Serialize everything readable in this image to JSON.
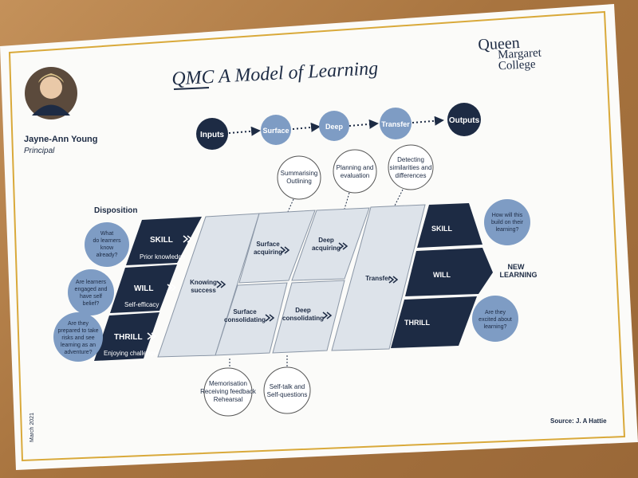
{
  "header": {
    "title": "QMC A Model of Learning",
    "logo_line1": "Queen",
    "logo_line2": "Margaret",
    "logo_line3": "College"
  },
  "person": {
    "name": "Jayne-Ann Young",
    "role": "Principal"
  },
  "flow": [
    "Inputs",
    "Surface",
    "Deep",
    "Transfer",
    "Outputs"
  ],
  "disposition": {
    "title": "Disposition",
    "items": [
      {
        "label": "SKILL",
        "sub": "Prior knowledge"
      },
      {
        "label": "WILL",
        "sub": "Self-efficacy"
      },
      {
        "label": "THRILL",
        "sub": "Enjoying challenge"
      }
    ]
  },
  "questions_left": [
    [
      "What",
      "do learners",
      "know",
      "already?"
    ],
    [
      "Are learners",
      "engaged and",
      "have self",
      "belief?"
    ],
    [
      "Are they",
      "prepared to take",
      "risks and see",
      "learning as an",
      "adventure?"
    ]
  ],
  "stages": {
    "knowing": [
      "Knowing",
      "success"
    ],
    "surface_acq": [
      "Surface",
      "acquiring"
    ],
    "deep_acq": [
      "Deep",
      "acquiring"
    ],
    "surface_con": [
      "Surface",
      "consolidating"
    ],
    "deep_con": [
      "Deep",
      "consolidating"
    ],
    "transfer": [
      "Transfer"
    ]
  },
  "top_notes": [
    [
      "Summarising",
      "Outlining"
    ],
    [
      "Planning and",
      "evaluation"
    ],
    [
      "Detecting",
      "similarities and",
      "differences"
    ]
  ],
  "bottom_notes": [
    [
      "Memorisation",
      "Receiving feedback",
      "Rehearsal"
    ],
    [
      "Self-talk and",
      "Self-questions"
    ]
  ],
  "outputs": [
    "SKILL",
    "WILL",
    "THRILL"
  ],
  "questions_right": [
    [
      "How will this",
      "build on their",
      "learning?"
    ],
    [
      "Are they",
      "excited about",
      "learning?"
    ]
  ],
  "new_learning": [
    "NEW",
    "LEARNING"
  ],
  "footer": {
    "source": "Source: J. A Hattie",
    "date": "March 2021"
  },
  "colors": {
    "navy": "#1d2b44",
    "blue": "#7e9cc4",
    "grey": "#dde3ea",
    "gold": "#d9a93a"
  }
}
